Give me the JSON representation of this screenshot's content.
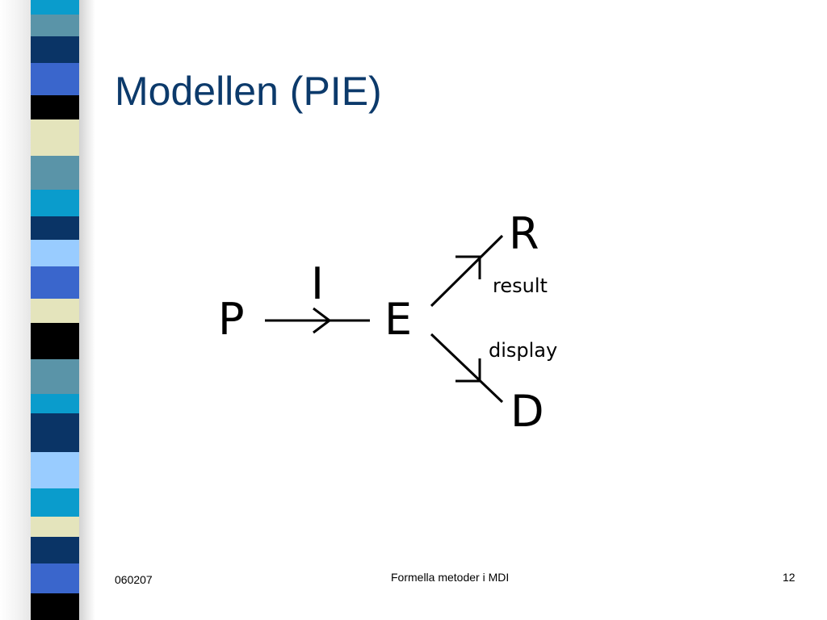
{
  "slide": {
    "title": "Modellen (PIE)",
    "footer_left": "060207",
    "footer_center": "Formella metoder i MDI",
    "page_number": "12"
  },
  "diagram": {
    "nodes": {
      "p": "P",
      "i": "I",
      "e": "E",
      "r": "R",
      "d": "D"
    },
    "labels": {
      "result": "result",
      "display": "display"
    }
  },
  "colors": {
    "title": "#0c3a6b",
    "stripe_dark_navy": "#0a3466",
    "stripe_royal_blue": "#3a66cc",
    "stripe_teal": "#5a94a8",
    "stripe_cyan": "#0a9ccc",
    "stripe_light_blue": "#99ccff",
    "stripe_cream": "#e4e4bc",
    "stripe_black": "#000000"
  }
}
